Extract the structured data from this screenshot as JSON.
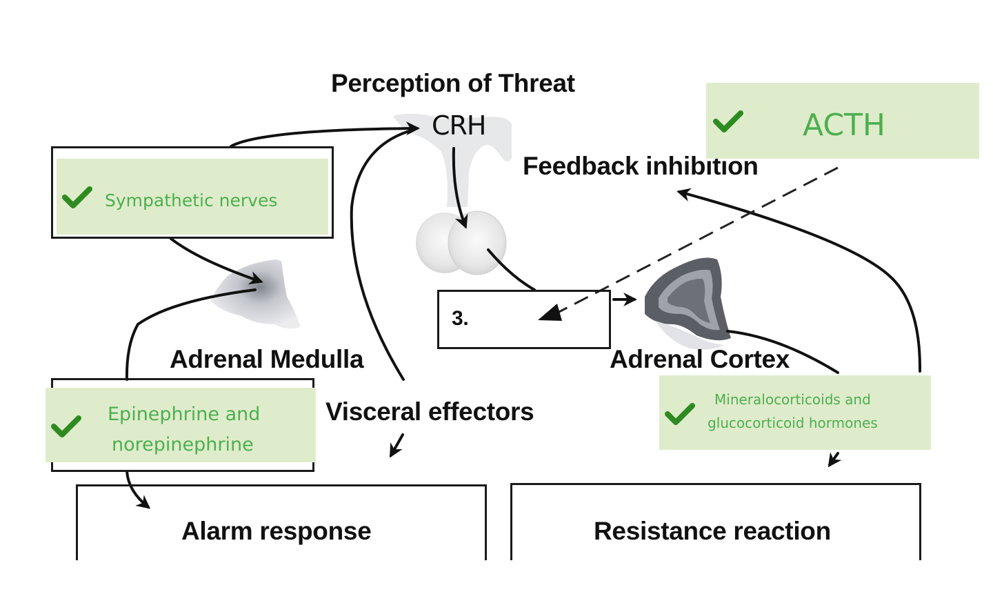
{
  "diagram": {
    "title": "Perception of Threat",
    "labels": {
      "crh": "CRH",
      "feedback": "Feedback inhibition",
      "adrenal_medulla": "Adrenal Medulla",
      "adrenal_cortex": "Adrenal Cortex",
      "visceral_effectors": "Visceral effectors",
      "blank_box_number": "3.",
      "alarm_response": "Alarm response",
      "resistance_reaction": "Resistance reaction"
    },
    "answers": [
      {
        "id": "acth",
        "text": "ACTH",
        "status": "correct",
        "icon": "checkmark-icon"
      },
      {
        "id": "sympathetic",
        "text": "Sympathetic nerves",
        "status": "correct",
        "icon": "checkmark-icon"
      },
      {
        "id": "epinephrine",
        "line1": "Epinephrine and",
        "line2": "norepinephrine",
        "status": "correct",
        "icon": "checkmark-icon"
      },
      {
        "id": "corticoids",
        "line1": "Mineralocorticoids and",
        "line2": "glucocorticoid hormones",
        "status": "correct",
        "icon": "checkmark-icon"
      }
    ],
    "colors": {
      "answer_bg": "#dfeccb",
      "answer_text": "#4caf50",
      "checkmark": "#2e8b22",
      "line": "#111111"
    }
  }
}
